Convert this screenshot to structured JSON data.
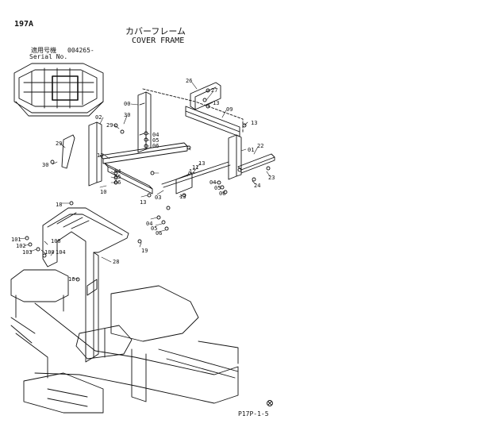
{
  "header": {
    "page_no": "197A",
    "title_jp": "カバーフレーム",
    "title_en": "COVER FRAME",
    "serial_label_jp": "適用号機",
    "serial_value": "004265-",
    "serial_label_en": "Serial No."
  },
  "footer": {
    "code": "P17P-1-5"
  },
  "callouts": {
    "c00": "00",
    "c26": "26",
    "c27": "27",
    "c13a": "13",
    "c09": "09",
    "c02": "02",
    "c29a": "29",
    "c30a": "30",
    "c04a": "04",
    "c05a": "05",
    "c06a": "06",
    "c13b": "13",
    "c01": "01",
    "c22": "22",
    "c29b": "29",
    "c30b": "30",
    "c13c": "13",
    "c11": "11",
    "c12": "12",
    "c13d": "13",
    "c04b": "04",
    "c05b": "05",
    "c06b": "06",
    "c10": "10",
    "c03": "03",
    "c04c": "04",
    "c05c": "05",
    "c06c": "06",
    "c24": "24",
    "c23": "23",
    "c13e": "13",
    "c13f": "13",
    "c18": "18",
    "c04d": "04",
    "c05d": "05",
    "c06d": "06",
    "c101": "101",
    "c100": "100",
    "c102": "102",
    "c103": "103",
    "c100b": "100",
    "c104": "104",
    "c19": "19",
    "c28": "28",
    "c16": "16"
  }
}
